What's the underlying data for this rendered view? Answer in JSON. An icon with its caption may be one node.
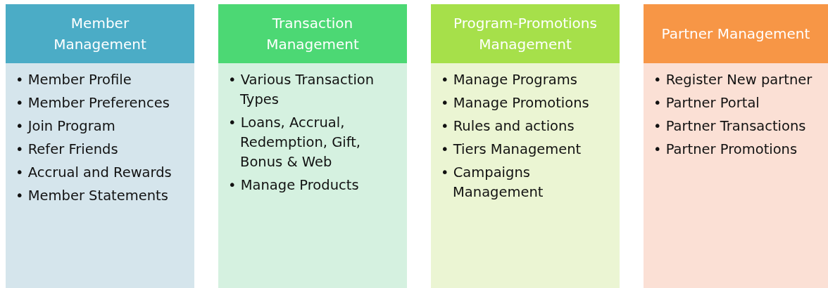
{
  "diagram": {
    "nodes": [
      {
        "text": [
          "Member Management",
          "• Member Profile",
          "• Member Preferences",
          "• Join Program",
          "• Refer Friends",
          "• Accrual and Rewards",
          "• Member Statements"
        ]
      },
      {
        "text": [
          "Transaction Management",
          "• Various Transaction Types",
          "• Loans, Accrual, Redemption, Gift, Bonus & Web",
          "• Manage Products"
        ]
      },
      {
        "text": [
          "Program-Promotions Management",
          "• Manage Programs",
          "• Manage Promotions",
          "• Rules and actions",
          "• Tiers Management",
          "• Campaigns Management"
        ]
      },
      {
        "text": [
          "Partner Management",
          "• Register New partner",
          "• Partner Portal",
          "• Partner Transactions",
          "• Partner Promotions"
        ]
      }
    ]
  }
}
